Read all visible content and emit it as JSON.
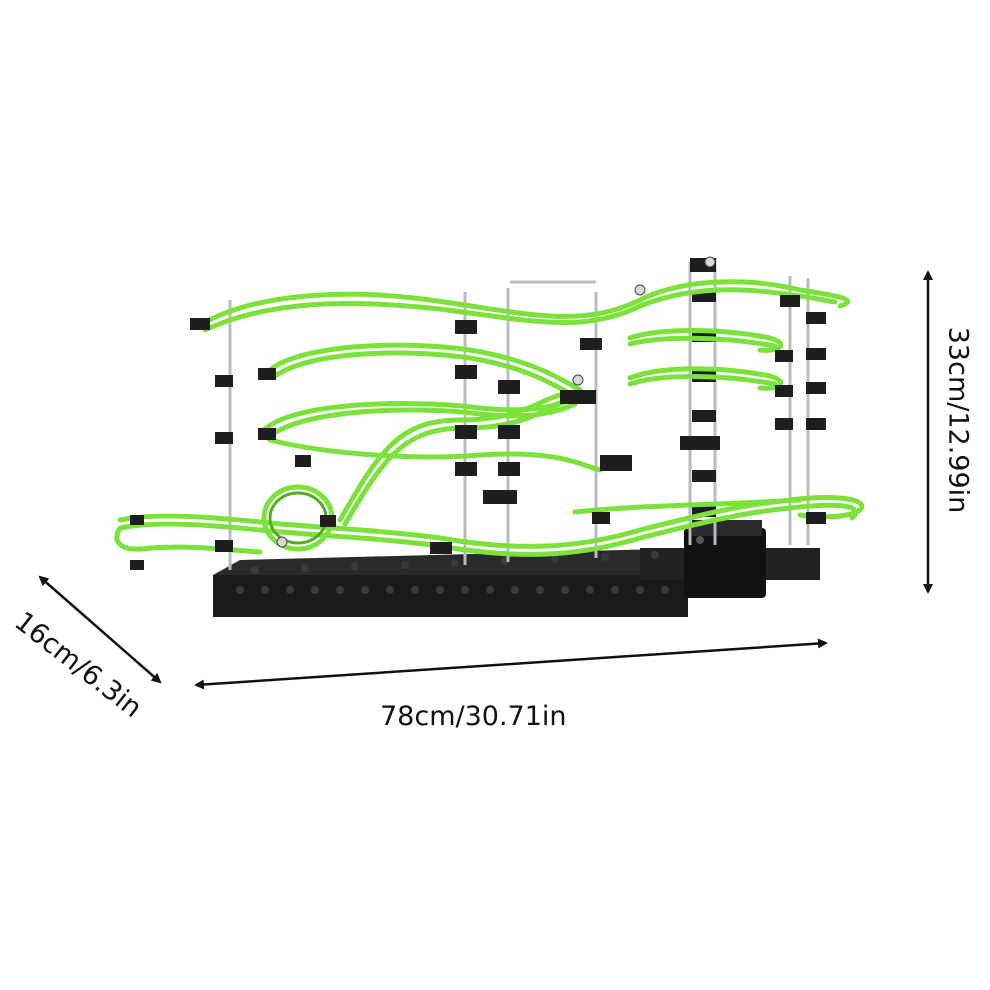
{
  "product": {
    "name": "glow-in-the-dark marble roller coaster kit",
    "colors": {
      "track": "#7be23b",
      "track_dark": "#4fae1c",
      "frame": "#1c1c1e",
      "rod": "#b8bcc2",
      "background": "#ffffff"
    }
  },
  "dimensions": {
    "width_label": "78cm/30.71in",
    "depth_label": "16cm/6.3in",
    "height_label": "33cm/12.99in"
  },
  "icons": [
    "double-arrow-icon",
    "double-arrow-icon",
    "double-arrow-icon"
  ]
}
